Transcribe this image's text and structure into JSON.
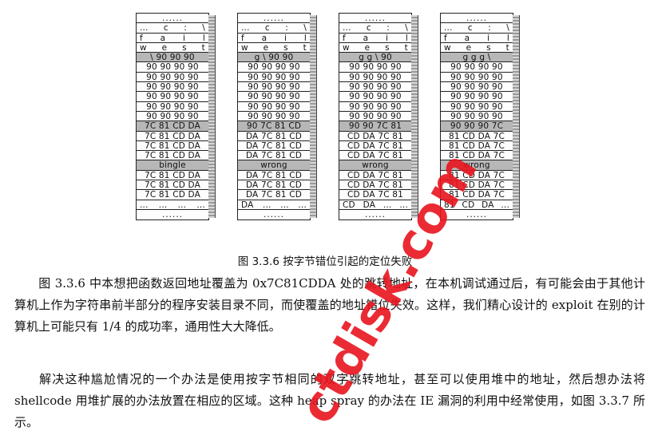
{
  "figure": {
    "caption": "图 3.3.6  按字节错位引起的定位失败",
    "stacks": [
      {
        "cells": [
          {
            "t": "......",
            "dots": true
          },
          {
            "t": "...  c  :  \\",
            "spread": true
          },
          {
            "t": "f  a  i  l",
            "spread": true
          },
          {
            "t": "w  e  s  t",
            "spread": true
          },
          {
            "t": "\\  90  90  90",
            "gray": true
          },
          {
            "t": "90 90 90 90"
          },
          {
            "t": "90 90 90 90"
          },
          {
            "t": "90 90 90 90"
          },
          {
            "t": "90 90 90 90"
          },
          {
            "t": "90 90 90 90"
          },
          {
            "t": "90 90 90 90"
          },
          {
            "t": "7C 81 CD DA",
            "gray": true
          },
          {
            "t": "7C 81 CD DA"
          },
          {
            "t": "7C 81 CD DA"
          },
          {
            "t": "7C 81 CD DA"
          },
          {
            "t": "bingle",
            "gray": true
          },
          {
            "t": "7C 81 CD DA"
          },
          {
            "t": "7C 81 CD DA"
          },
          {
            "t": "7C 81 CD DA"
          },
          {
            "t": "...  ...  ...  ...",
            "spread": true
          },
          {
            "t": "......",
            "dots": true
          }
        ]
      },
      {
        "cells": [
          {
            "t": "......",
            "dots": true
          },
          {
            "t": "...  c  :  \\",
            "spread": true
          },
          {
            "t": "f  a  i  l",
            "spread": true
          },
          {
            "t": "w  e  s  t",
            "spread": true
          },
          {
            "t": "g  \\  90  90",
            "gray": true
          },
          {
            "t": "90 90 90 90"
          },
          {
            "t": "90 90 90 90"
          },
          {
            "t": "90 90 90 90"
          },
          {
            "t": "90 90 90 90"
          },
          {
            "t": "90 90 90 90"
          },
          {
            "t": "90 90 90 90"
          },
          {
            "t": "90 7C 81 CD",
            "gray": true
          },
          {
            "t": "DA 7C 81 CD"
          },
          {
            "t": "DA 7C 81 CD"
          },
          {
            "t": "DA 7C 81 CD"
          },
          {
            "t": "wrong",
            "gray": true
          },
          {
            "t": "DA 7C 81 CD"
          },
          {
            "t": "DA 7C 81 CD"
          },
          {
            "t": "DA 7C 81 CD"
          },
          {
            "t": "DA  ...  ...  ...",
            "spread": true
          },
          {
            "t": "......",
            "dots": true
          }
        ]
      },
      {
        "cells": [
          {
            "t": "......",
            "dots": true
          },
          {
            "t": "...  c  :  \\",
            "spread": true
          },
          {
            "t": "f  a  i  l",
            "spread": true
          },
          {
            "t": "w  e  s  t",
            "spread": true
          },
          {
            "t": "g  g  \\  90",
            "gray": true
          },
          {
            "t": "90 90 90 90"
          },
          {
            "t": "90 90 90 90"
          },
          {
            "t": "90 90 90 90"
          },
          {
            "t": "90 90 90 90"
          },
          {
            "t": "90 90 90 90"
          },
          {
            "t": "90 90 90 90"
          },
          {
            "t": "90 90 7C 81",
            "gray": true
          },
          {
            "t": "CD DA 7C 81"
          },
          {
            "t": "CD DA 7C 81"
          },
          {
            "t": "CD DA 7C 81"
          },
          {
            "t": "wrong",
            "gray": true
          },
          {
            "t": "CD DA 7C 81"
          },
          {
            "t": "CD DA 7C 81"
          },
          {
            "t": "CD DA 7C 81"
          },
          {
            "t": "CD DA  ...  ...",
            "spread": true
          },
          {
            "t": "......",
            "dots": true
          }
        ]
      },
      {
        "cells": [
          {
            "t": "......",
            "dots": true
          },
          {
            "t": "...  c  :  \\",
            "spread": true
          },
          {
            "t": "f  a  i  l",
            "spread": true
          },
          {
            "t": "w  e  s  t",
            "spread": true
          },
          {
            "t": "g  g  g  \\",
            "gray": true
          },
          {
            "t": "90 90 90 90"
          },
          {
            "t": "90 90 90 90"
          },
          {
            "t": "90 90 90 90"
          },
          {
            "t": "90 90 90 90"
          },
          {
            "t": "90 90 90 90"
          },
          {
            "t": "90 90 90 90"
          },
          {
            "t": "90 90 90 7C",
            "gray": true
          },
          {
            "t": "81 CD DA 7C"
          },
          {
            "t": "81 CD DA 7C"
          },
          {
            "t": "81 CD DA 7C"
          },
          {
            "t": "wrong",
            "gray": true
          },
          {
            "t": "81 CD DA 7C"
          },
          {
            "t": "81 CD DA 7C"
          },
          {
            "t": "81 CD DA 7C"
          },
          {
            "t": "81 CD DA  ...",
            "spread": true
          },
          {
            "t": "......",
            "dots": true
          }
        ]
      }
    ]
  },
  "body": {
    "p1": "图 3.3.6 中本想把函数返回地址覆盖为 0x7C81CDDA 处的跳转地址，在本机调试通过后，有可能会由于其他计算机上作为字符串前半部分的程序安装目录不同，而使覆盖的地址错位失效。这样，我们精心设计的 exploit 在别的计算机上可能只有 1/4 的成功率，通用性大大降低。",
    "p2": "解决这种尴尬情况的一个办法是使用按字节相同的双字跳转地址，甚至可以使用堆中的地址，然后想办法将 shellcode 用堆扩展的办法放置在相应的区域。这种 heap spray 的办法在 IE 漏洞的利用中经常使用，如图 3.3.7 所示。"
  },
  "watermark": {
    "text": "ctdisk.com",
    "color": "#e8141e"
  }
}
